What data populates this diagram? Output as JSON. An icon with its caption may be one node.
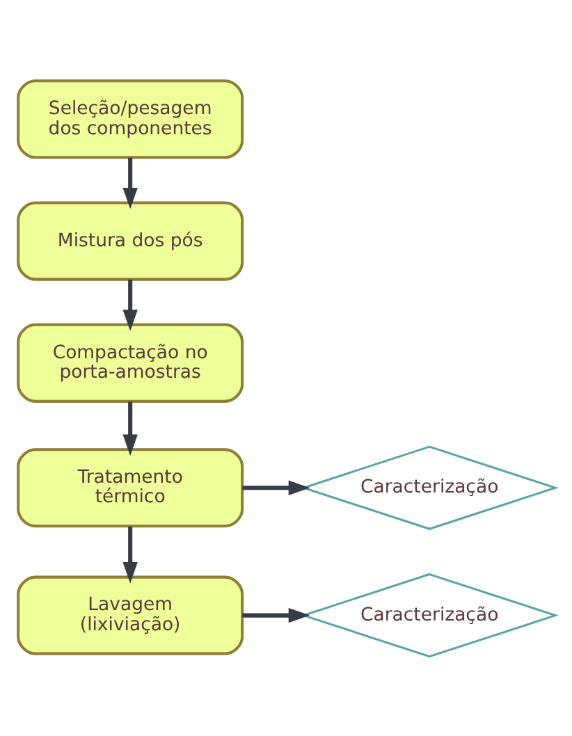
{
  "diagram": {
    "nodes": [
      {
        "text": [
          "Seleção/pesagem dos componentes"
        ]
      },
      {
        "text": [
          "Mistura dos pós"
        ]
      },
      {
        "text": [
          "Compactação no porta-amostras"
        ]
      },
      {
        "text": [
          "Tratamento térmico"
        ]
      },
      {
        "text": [
          "Lavagem (lixiviação)"
        ]
      },
      {
        "text": [
          "Caracterização"
        ]
      },
      {
        "text": [
          "Caracterização"
        ]
      }
    ],
    "edges": [
      {
        "from": 0,
        "to": 1,
        "arrow": "to"
      },
      {
        "from": 1,
        "to": 2,
        "arrow": "to"
      },
      {
        "from": 2,
        "to": 3,
        "arrow": "to"
      },
      {
        "from": 3,
        "to": 5,
        "arrow": "to"
      },
      {
        "from": 3,
        "to": 4,
        "arrow": "to"
      },
      {
        "from": 4,
        "to": 6,
        "arrow": "to"
      }
    ]
  }
}
